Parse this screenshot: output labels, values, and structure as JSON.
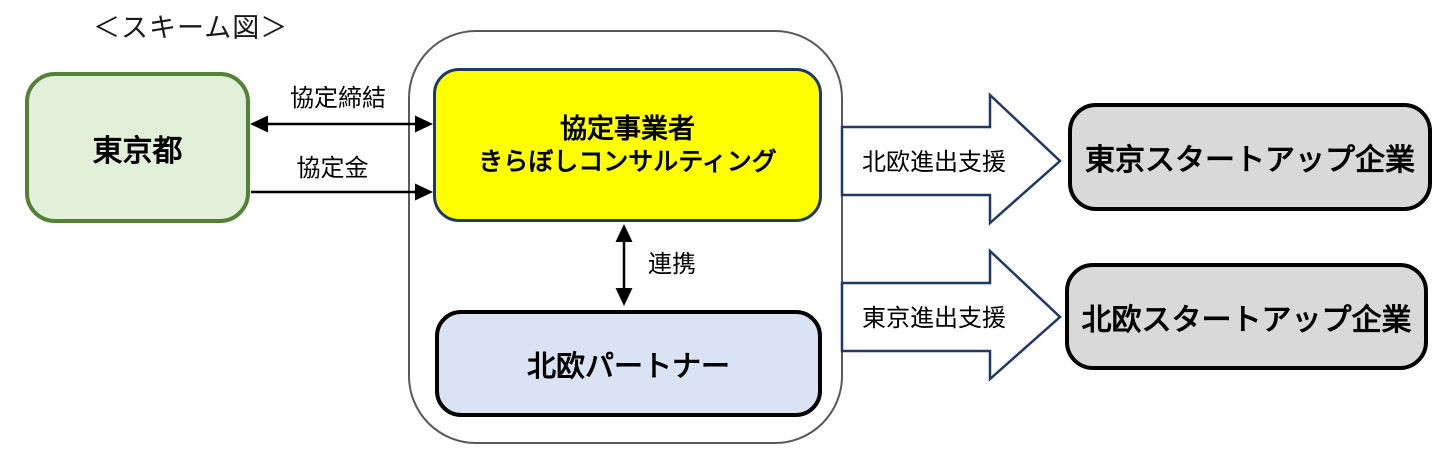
{
  "title": "＜スキーム図＞",
  "colors": {
    "green_fill": "#E2EFD9",
    "green_border": "#538135",
    "yellow_fill": "#FFFF00",
    "navy": "#1F3864",
    "blue_fill": "#DAE3F3",
    "gray_fill": "#D9D9D9",
    "black": "#000000",
    "frame_border": "#595959"
  },
  "nodes": {
    "tokyo_gov": {
      "label": "東京都"
    },
    "operator": {
      "title": "協定事業者",
      "name": "きらぼしコンサルティング"
    },
    "nordic_partner": {
      "label": "北欧パートナー"
    },
    "tokyo_startups": {
      "label": "東京スタートアップ企業"
    },
    "nordic_startups": {
      "label": "北欧スタートアップ企業"
    }
  },
  "edges": {
    "agreement": {
      "label": "協定締結"
    },
    "agreement_fee": {
      "label": "協定金"
    },
    "cooperation": {
      "label": "連携"
    },
    "nordic_expansion_support": {
      "label": "北欧進出支援"
    },
    "tokyo_expansion_support": {
      "label": "東京進出支援"
    }
  }
}
